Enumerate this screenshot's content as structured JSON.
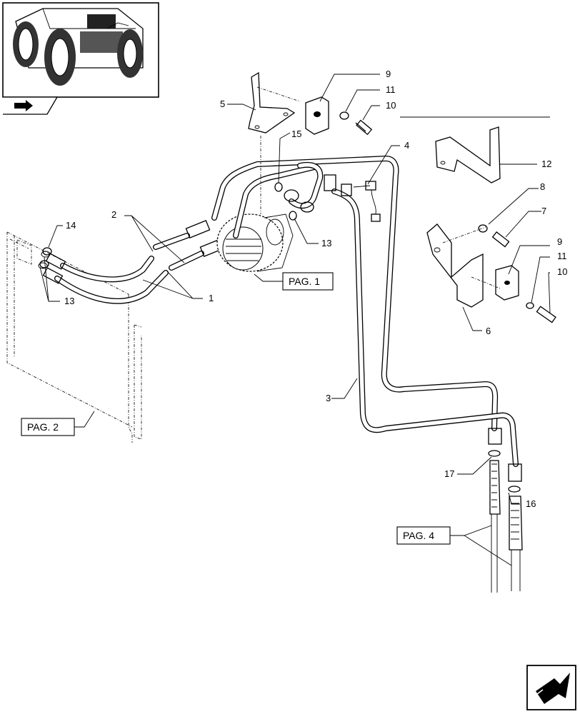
{
  "diagram": {
    "callouts": {
      "c1": "1",
      "c2": "2",
      "c3": "3",
      "c4": "4",
      "c5": "5",
      "c6": "6",
      "c7": "7",
      "c8": "8",
      "c9a": "9",
      "c9b": "9",
      "c10a": "10",
      "c10b": "10",
      "c11a": "11",
      "c11b": "11",
      "c12": "12",
      "c13a": "13",
      "c13b": "13",
      "c14": "14",
      "c15": "15",
      "c16": "16",
      "c17": "17"
    },
    "page_refs": {
      "pag1": "PAG. 1",
      "pag2": "PAG. 2",
      "pag4": "PAG. 4"
    }
  },
  "icons": {
    "thumbnail": "tractor-thumbnail-icon",
    "section_arrow": "section-arrow-icon",
    "next_page": "next-page-arrow-icon"
  }
}
